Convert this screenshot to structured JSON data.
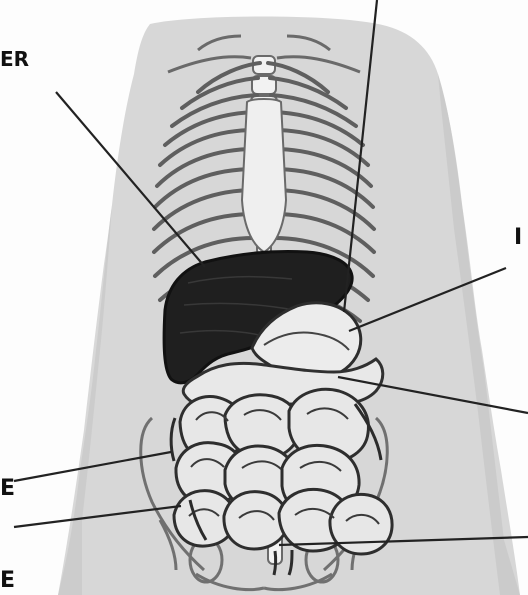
{
  "diagram": {
    "title": "",
    "labels": {
      "liver": "ER",
      "left_mid_partial": "E",
      "left_bottom_partial": "E",
      "right_top_partial": "I"
    },
    "colors": {
      "background": "#fdfdfd",
      "body_fill": "#d8d8d8",
      "bone_fill": "#eeeeee",
      "bone_stroke": "#6c6c6c",
      "organ_dark": "#1d1d1d",
      "intestine_fill": "#e6e6e6",
      "intestine_stroke": "#303030",
      "leader_line": "#222222",
      "label_text": "#111111"
    }
  }
}
